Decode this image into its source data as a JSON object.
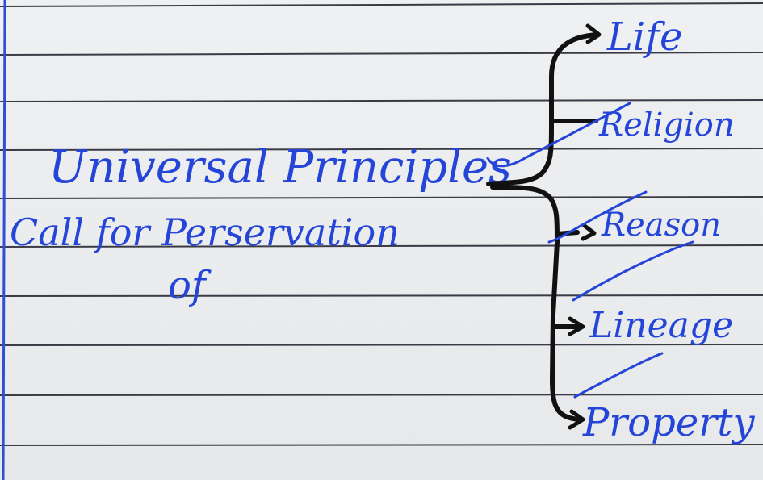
{
  "colors": {
    "paper": "#ececee",
    "rule_line": "#3b3b46",
    "margin_line": "#2f4fd6",
    "blue_ink": "#2445d8",
    "black_ink": "#111111"
  },
  "notebook": {
    "heading": {
      "line1": "Universal Principles",
      "line2": "Call for Perservation",
      "line3": "of"
    },
    "branches": [
      {
        "label": "Life"
      },
      {
        "label": "Religion"
      },
      {
        "label": "Reason"
      },
      {
        "label": "Lineage"
      },
      {
        "label": "Property"
      }
    ]
  }
}
